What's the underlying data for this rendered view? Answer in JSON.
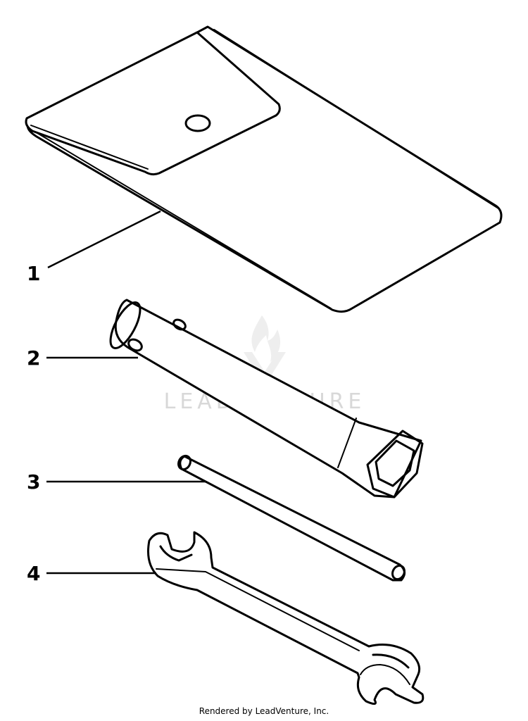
{
  "callouts": [
    {
      "number": "1",
      "part": "tool-pouch"
    },
    {
      "number": "2",
      "part": "spark-plug-socket-wrench"
    },
    {
      "number": "3",
      "part": "tommy-bar"
    },
    {
      "number": "4",
      "part": "open-end-wrench"
    }
  ],
  "watermark": {
    "text": "LEADVENTURE"
  },
  "footer": {
    "credit": "Rendered by LeadVenture, Inc."
  },
  "colors": {
    "line": "#000000",
    "background": "#ffffff",
    "watermark": "#d8d8d8"
  }
}
